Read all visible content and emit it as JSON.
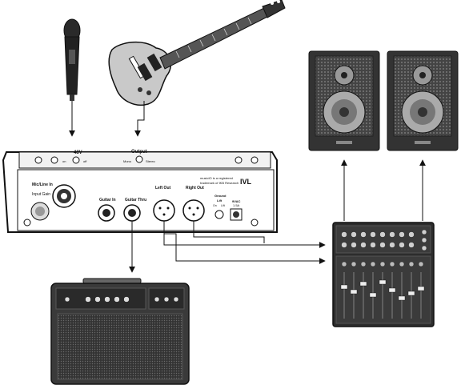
{
  "interface": {
    "phantom_label": "48V",
    "phantom_on": "on",
    "phantom_off": "off",
    "output_label": "Output",
    "output_mono": "Mono",
    "output_stereo": "Stereo",
    "mic_in_label": "Mic/Line In",
    "input_gain_label": "Input Gain",
    "guitar_in_label": "Guitar In",
    "guitar_thru_label": "Guitar Thru",
    "left_out_label": "Left Out",
    "right_out_label": "Right Out",
    "trademark_line1": "musicIO is a registered",
    "trademark_line2": "trademark of IKB Research",
    "brand": "IVL",
    "ground_lift_label": "Ground",
    "ground_lift_label2": "Lift",
    "ground_on": "On",
    "ground_lift": "Lift",
    "power_label": "9VAC",
    "power_current": "1.5A"
  }
}
